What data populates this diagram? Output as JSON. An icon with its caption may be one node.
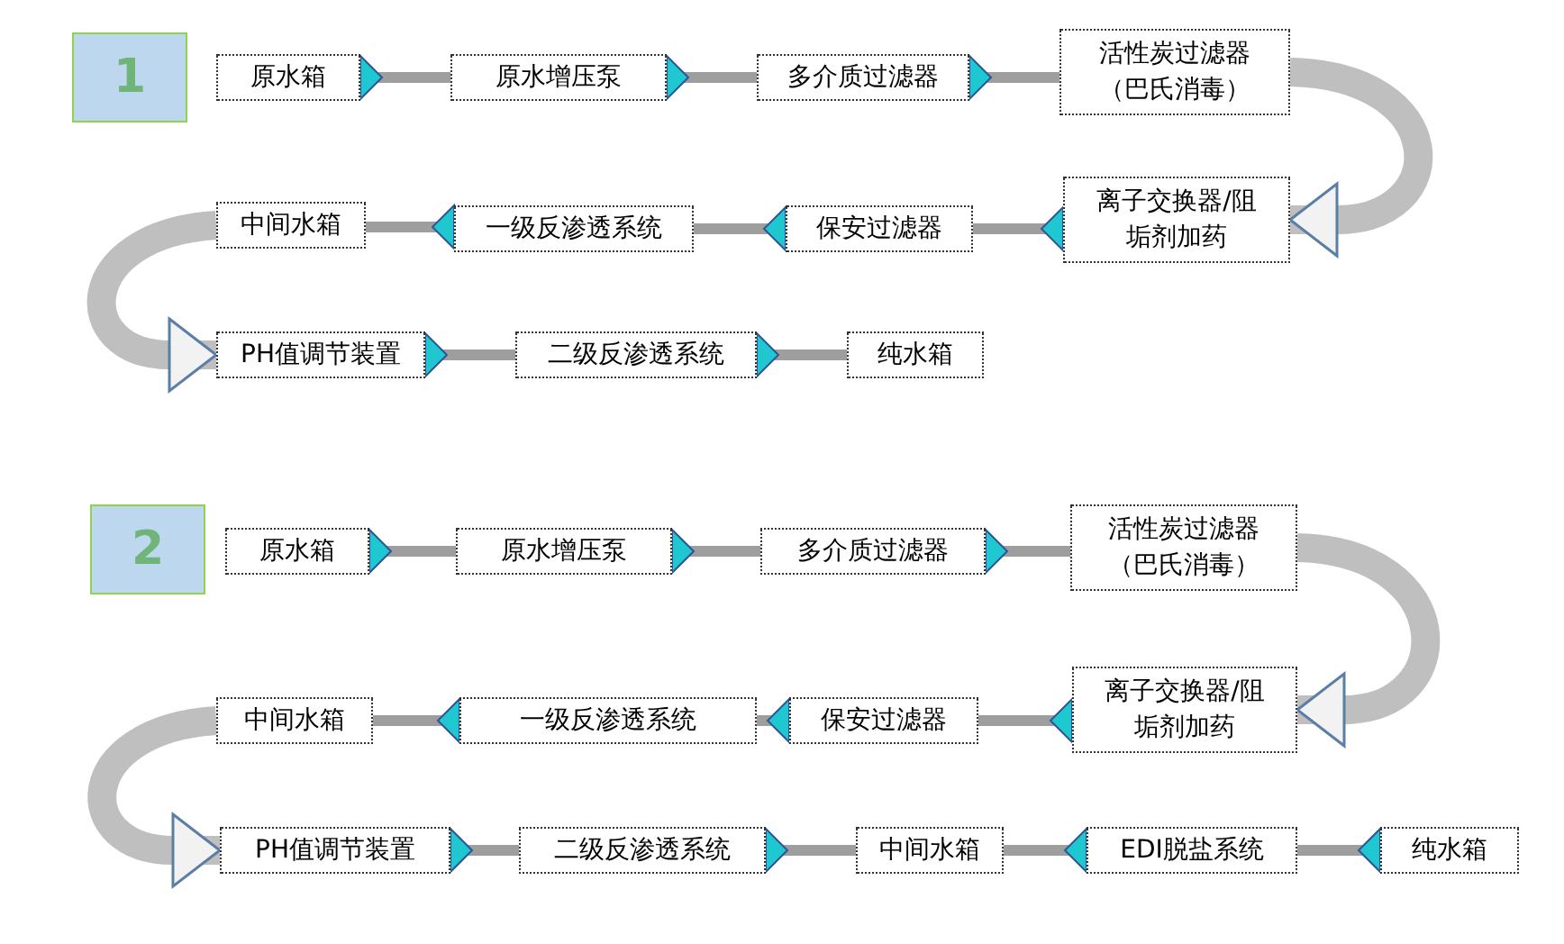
{
  "diagram": {
    "nodes": [
      {
        "text": [
          "1"
        ]
      },
      {
        "text": [
          "原水箱"
        ]
      },
      {
        "text": [
          "原水增压泵"
        ]
      },
      {
        "text": [
          "多介质过滤器"
        ]
      },
      {
        "text": [
          "活性炭过滤器（巴氏消毒）"
        ]
      },
      {
        "text": [
          "离子交换器/阻垢剂加药"
        ]
      },
      {
        "text": [
          "保安过滤器"
        ]
      },
      {
        "text": [
          "一级反渗透系统"
        ]
      },
      {
        "text": [
          "中间水箱"
        ]
      },
      {
        "text": [
          "PH值调节装置"
        ]
      },
      {
        "text": [
          "二级反渗透系统"
        ]
      },
      {
        "text": [
          "纯水箱"
        ]
      },
      {
        "text": [
          "2"
        ]
      },
      {
        "text": [
          "原水箱"
        ]
      },
      {
        "text": [
          "原水增压泵"
        ]
      },
      {
        "text": [
          "多介质过滤器"
        ]
      },
      {
        "text": [
          "活性炭过滤器（巴氏消毒）"
        ]
      },
      {
        "text": [
          "离子交换器/阻垢剂加药"
        ]
      },
      {
        "text": [
          "保安过滤器"
        ]
      },
      {
        "text": [
          "一级反渗透系统"
        ]
      },
      {
        "text": [
          "中间水箱"
        ]
      },
      {
        "text": [
          "PH值调节装置"
        ]
      },
      {
        "text": [
          "二级反渗透系统"
        ]
      },
      {
        "text": [
          "中间水箱"
        ]
      },
      {
        "text": [
          "EDI脱盐系统"
        ]
      },
      {
        "text": [
          "纯水箱"
        ]
      }
    ],
    "edges": [
      {
        "from": 1,
        "to": 2,
        "arrow": "other"
      },
      {
        "from": 2,
        "to": 3,
        "arrow": "other"
      },
      {
        "from": 3,
        "to": 4,
        "arrow": "other"
      },
      {
        "from": 4,
        "to": 5,
        "arrow": "to",
        "style": "thick"
      },
      {
        "from": 5,
        "to": 6,
        "arrow": "other"
      },
      {
        "from": 6,
        "to": 7,
        "arrow": "other"
      },
      {
        "from": 7,
        "to": 8,
        "arrow": "other"
      },
      {
        "from": 8,
        "to": 9,
        "arrow": "to",
        "style": "thick"
      },
      {
        "from": 9,
        "to": 10,
        "arrow": "other"
      },
      {
        "from": 10,
        "to": 11,
        "arrow": "other"
      },
      {
        "from": 13,
        "to": 14,
        "arrow": "other"
      },
      {
        "from": 14,
        "to": 15,
        "arrow": "other"
      },
      {
        "from": 15,
        "to": 16,
        "arrow": "other"
      },
      {
        "from": 16,
        "to": 17,
        "arrow": "to",
        "style": "thick"
      },
      {
        "from": 17,
        "to": 18,
        "arrow": "other"
      },
      {
        "from": 18,
        "to": 19,
        "arrow": "other"
      },
      {
        "from": 19,
        "to": 20,
        "arrow": "other"
      },
      {
        "from": 20,
        "to": 21,
        "arrow": "to",
        "style": "thick"
      },
      {
        "from": 21,
        "to": 22,
        "arrow": "other"
      },
      {
        "from": 22,
        "to": 23,
        "arrow": "other"
      },
      {
        "from": 24,
        "to": 23,
        "arrow": "other"
      },
      {
        "from": 25,
        "to": 24,
        "arrow": "other"
      }
    ]
  }
}
